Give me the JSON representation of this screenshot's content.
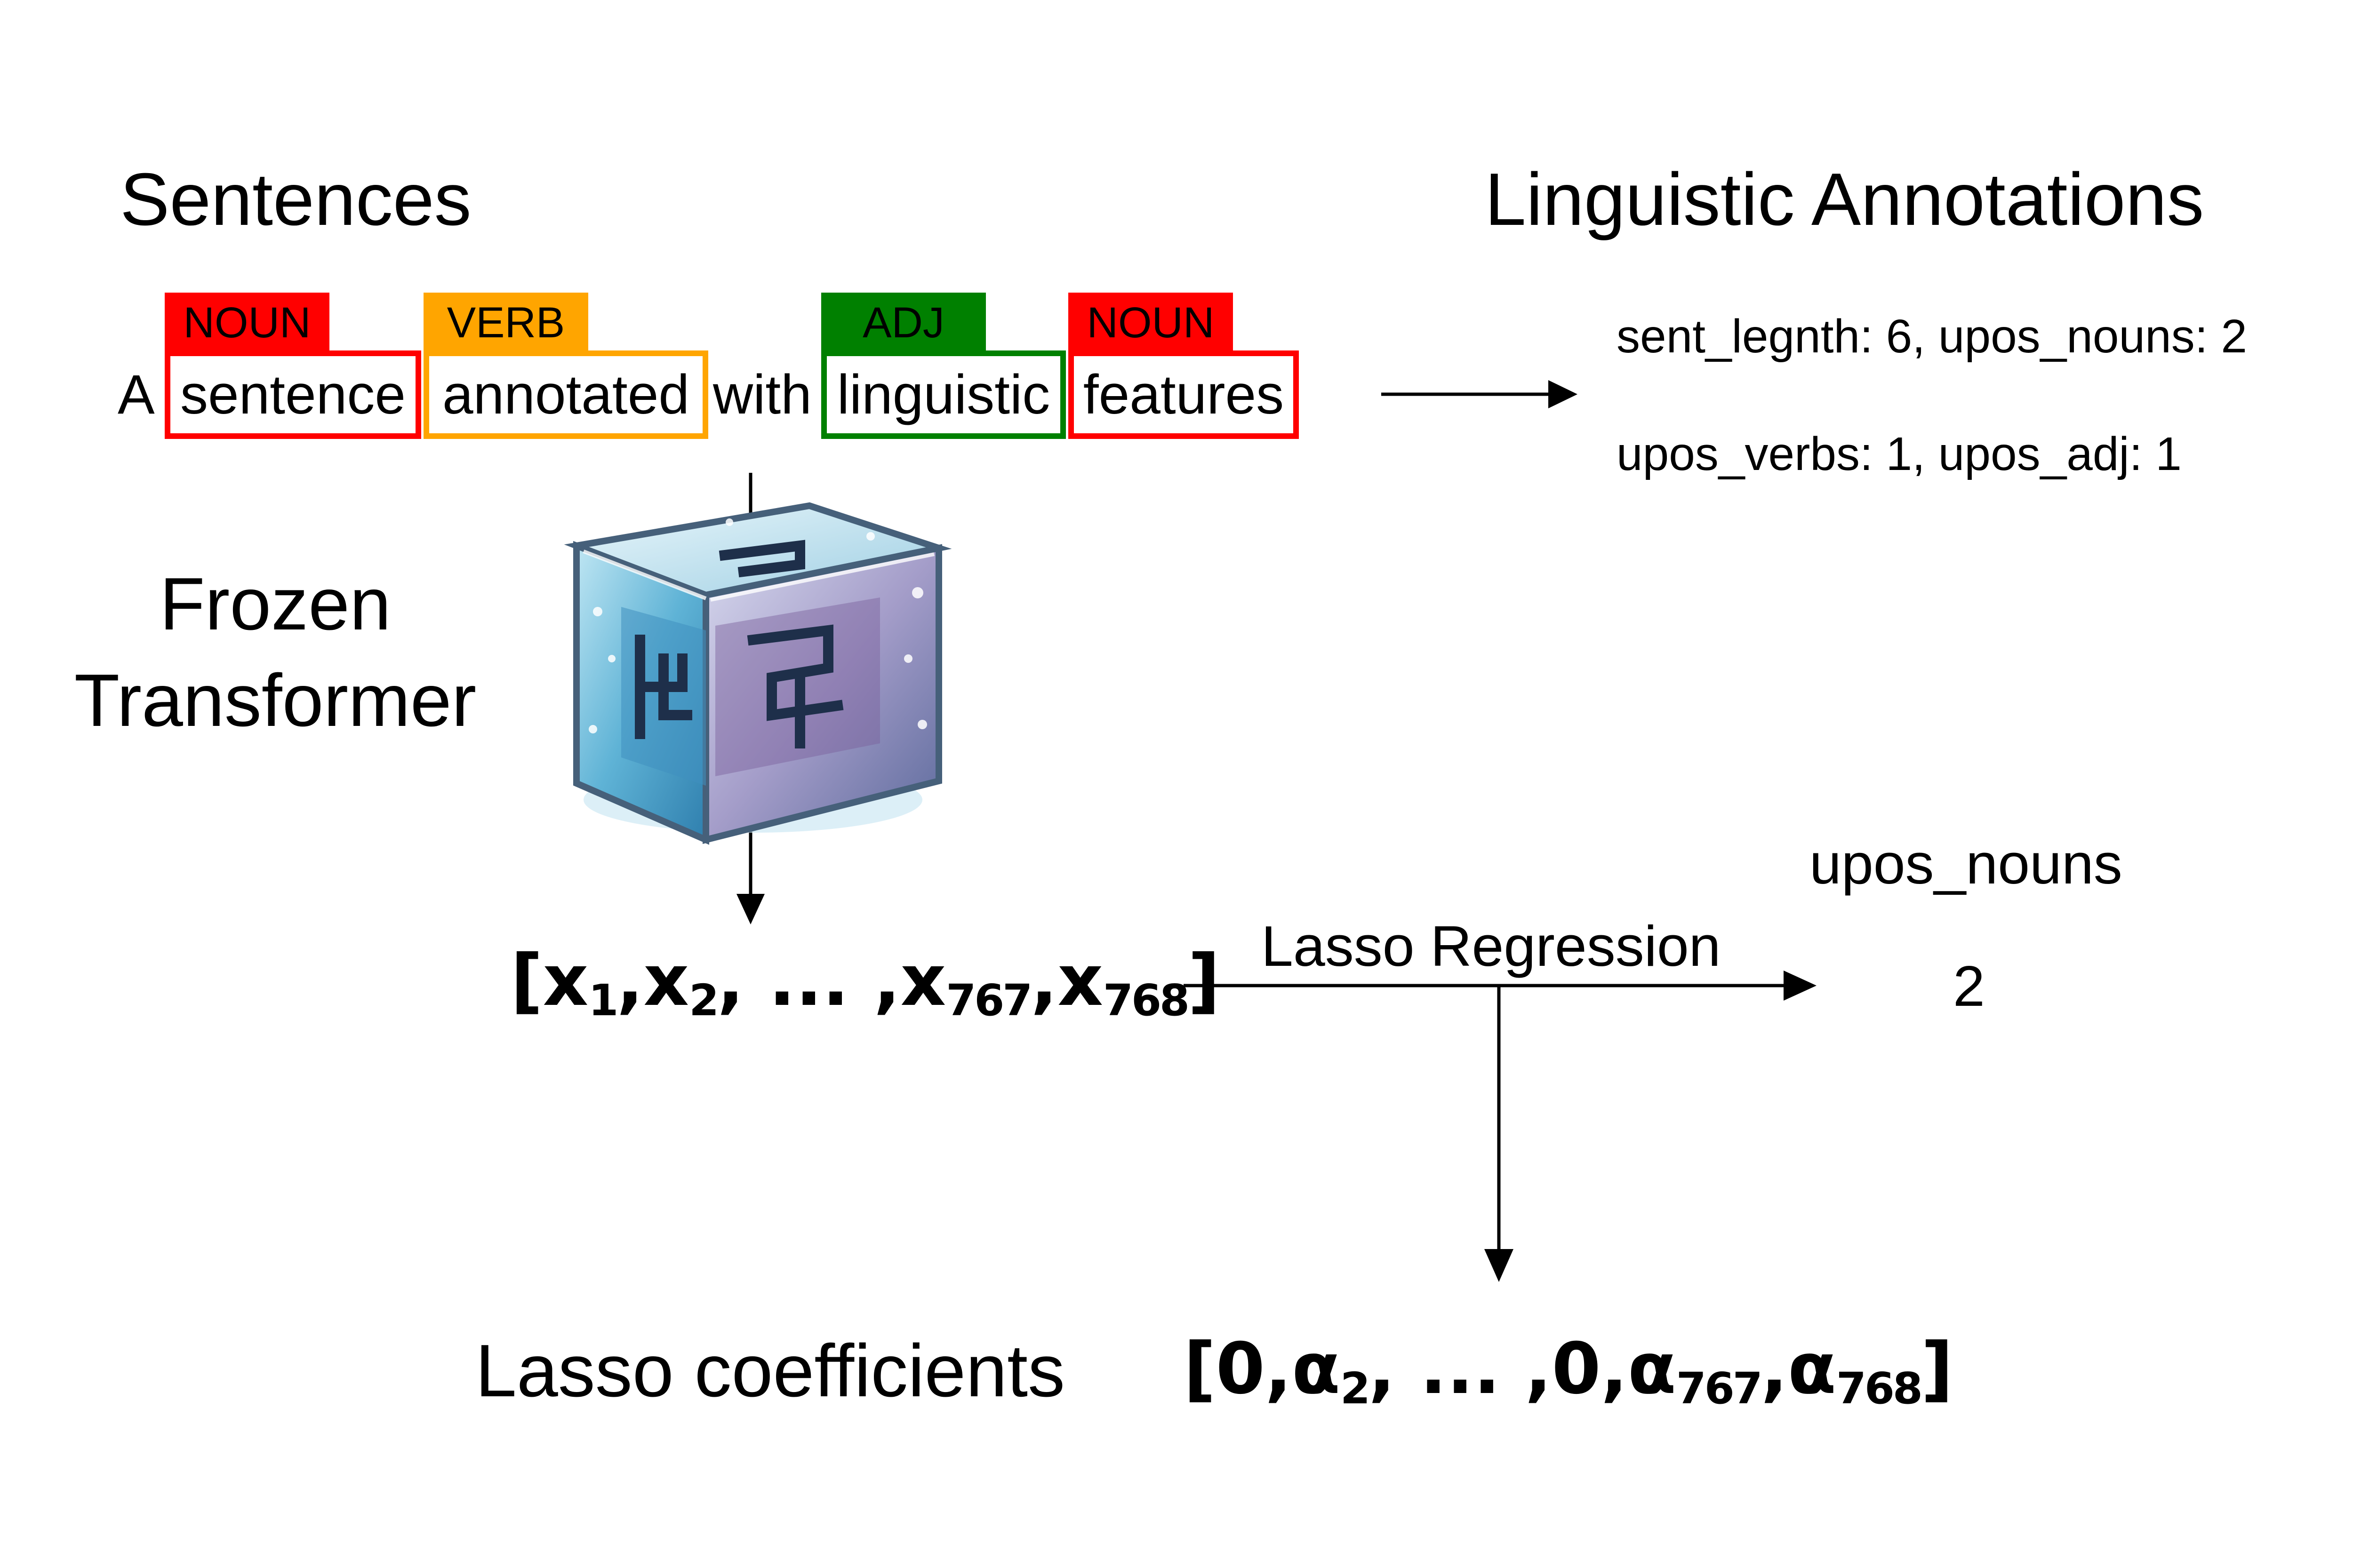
{
  "headings": {
    "sentences": "Sentences",
    "annotations": "Linguistic Annotations",
    "frozen_line1": "Frozen",
    "frozen_line2": "Transformer",
    "lasso_coefficients": "Lasso coefficients"
  },
  "sentence": {
    "tokens": [
      {
        "text": "A",
        "tag": "",
        "color": ""
      },
      {
        "text": "sentence",
        "tag": "NOUN",
        "color": "#ff0000"
      },
      {
        "text": "annotated",
        "tag": "VERB",
        "color": "#ffa500"
      },
      {
        "text": "with",
        "tag": "",
        "color": ""
      },
      {
        "text": "linguistic",
        "tag": "ADJ",
        "color": "#008000"
      },
      {
        "text": "features",
        "tag": "NOUN",
        "color": "#ff0000"
      }
    ]
  },
  "annotations": {
    "line1": "sent_legnth: 6, upos_nouns: 2",
    "line2": "upos_verbs: 1, upos_adj: 1"
  },
  "embedding": {
    "open": "[",
    "x": "x",
    "sub1": "1",
    "sub2": "2",
    "ellipsis": ", ... ,",
    "sub767": "767",
    "sub768": "768",
    "close": "]",
    "comma": ","
  },
  "regression": {
    "label": "Lasso Regression",
    "target_name": "upos_nouns",
    "target_value": "2"
  },
  "coefficients": {
    "open": "[",
    "zero": "0",
    "alpha": "α",
    "sub2": "2",
    "ellipsis": ", ... ,",
    "sub767": "767",
    "sub768": "768",
    "close": "]",
    "comma": ","
  },
  "icon": "frozen-transformer-ice-cube"
}
